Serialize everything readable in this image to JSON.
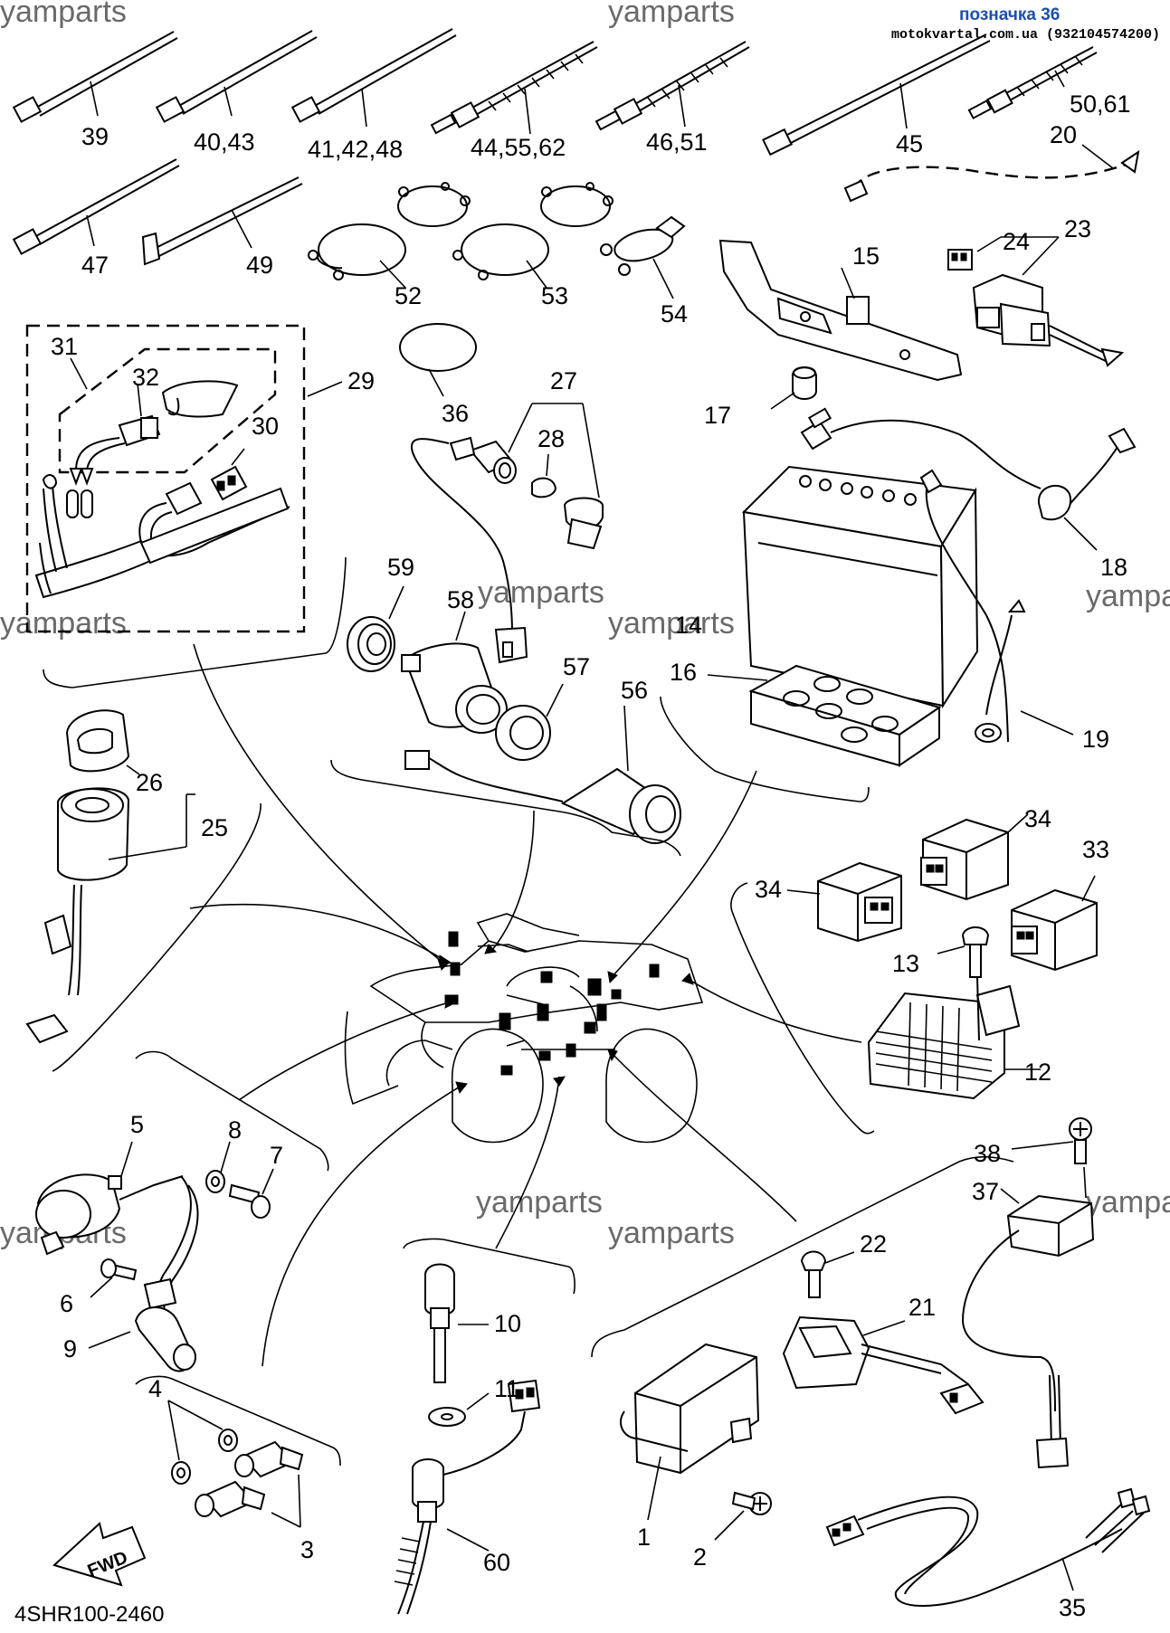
{
  "header": {
    "title": "позначка 36",
    "subtitle": "motokvartal.com.ua (932104574200)"
  },
  "watermark": "yamparts",
  "diagram_code": "4SHR100-2460",
  "fwd_label": "FWD",
  "labels": {
    "p39": "39",
    "p40_43": "40,43",
    "p41_42_48": "41,42,48",
    "p44_55_62": "44,55,62",
    "p46_51": "46,51",
    "p45": "45",
    "p50_61": "50,61",
    "p20": "20",
    "p47": "47",
    "p49": "49",
    "p52": "52",
    "p53": "53",
    "p54": "54",
    "p15": "15",
    "p24": "24",
    "p23": "23",
    "p31": "31",
    "p32": "32",
    "p29": "29",
    "p30": "30",
    "p36": "36",
    "p27": "27",
    "p28": "28",
    "p17": "17",
    "p18": "18",
    "p59": "59",
    "p58": "58",
    "p14": "14",
    "p16": "16",
    "p57": "57",
    "p56": "56",
    "p19": "19",
    "p26": "26",
    "p25": "25",
    "p34a": "34",
    "p34b": "34",
    "p33": "33",
    "p13": "13",
    "p12": "12",
    "p5": "5",
    "p8": "8",
    "p7": "7",
    "p6": "6",
    "p9": "9",
    "p38": "38",
    "p37": "37",
    "p22": "22",
    "p21": "21",
    "p10": "10",
    "p11": "11",
    "p4": "4",
    "p3": "3",
    "p60": "60",
    "p1": "1",
    "p2": "2",
    "p35": "35"
  }
}
